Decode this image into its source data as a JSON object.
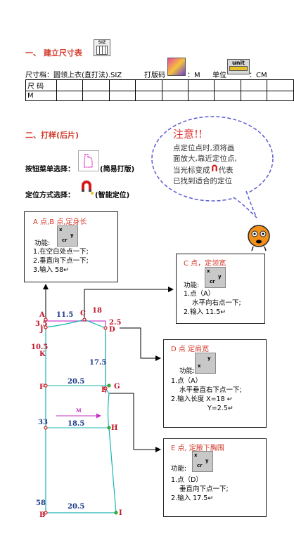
{
  "section1": {
    "title": "一、 建立尺寸表",
    "icon": "siz-table-icon",
    "icon_text": "SIZ"
  },
  "sizeline": {
    "prefix": "尺寸档：",
    "file": "圆领上衣(直打法).SIZ",
    "code_label": "打版码",
    "code_val": "：M",
    "unit_label": "单位",
    "unit_val": "：CM",
    "unit_icon_text": "unit"
  },
  "table": {
    "header": "尺  码",
    "row": "M"
  },
  "section2": {
    "title": "二、打样(后片)"
  },
  "menu": {
    "label": "按钮菜单选择：",
    "value": "(简易打版)"
  },
  "locate": {
    "label": "定位方式选择：",
    "value": "(智能定位)"
  },
  "bubble": {
    "title": "注意!!",
    "lines": [
      "点定位点时,须将画",
      "面放大,靠近定位点,",
      "当光标变成",
      "代表",
      "已找到适合的定位"
    ]
  },
  "boxA": {
    "title": "A 点,B 点,定身长",
    "func": "功能:",
    "lines": [
      "1.在空白处点一下;",
      "2.垂直向下点一下;",
      "3.输入 58↵"
    ]
  },
  "boxC": {
    "title": "C 点，定领宽",
    "func": "功能:",
    "lines": [
      "1.点（A）",
      "水平向右点一下;",
      "2.输入 11.5↵"
    ]
  },
  "boxD": {
    "title": "D 点  定肩宽",
    "func": "功能:",
    "lines": [
      "1.点（A）",
      "水平垂直右下点一下;",
      "2.输入长度 X=18 ↵",
      "Y=2.5↵"
    ]
  },
  "boxE": {
    "title": "E 点, 定腋下胸围",
    "func": "功能:",
    "lines": [
      "1.点（D）",
      "垂直向下点一下;",
      "2.输入 17.5↵"
    ]
  },
  "icon_xy": {
    "x": "x",
    "y": "y",
    "cr": "cr"
  },
  "pattern": {
    "labels": {
      "A": "A",
      "C": "C",
      "D": "D",
      "J": "J",
      "K": "K",
      "F": "F",
      "E": "E",
      "G": "G",
      "H": "H",
      "B": "B",
      "I": "I"
    },
    "dims": {
      "d115": "11.5",
      "d18": "18",
      "d25": "2.5",
      "d35": "3.5",
      "d105": "10.5",
      "d175": "17.5",
      "d205a": "20.5",
      "d33": "33",
      "d185": "18.5",
      "d58": "58",
      "d205b": "20.5",
      "m": "M"
    }
  }
}
